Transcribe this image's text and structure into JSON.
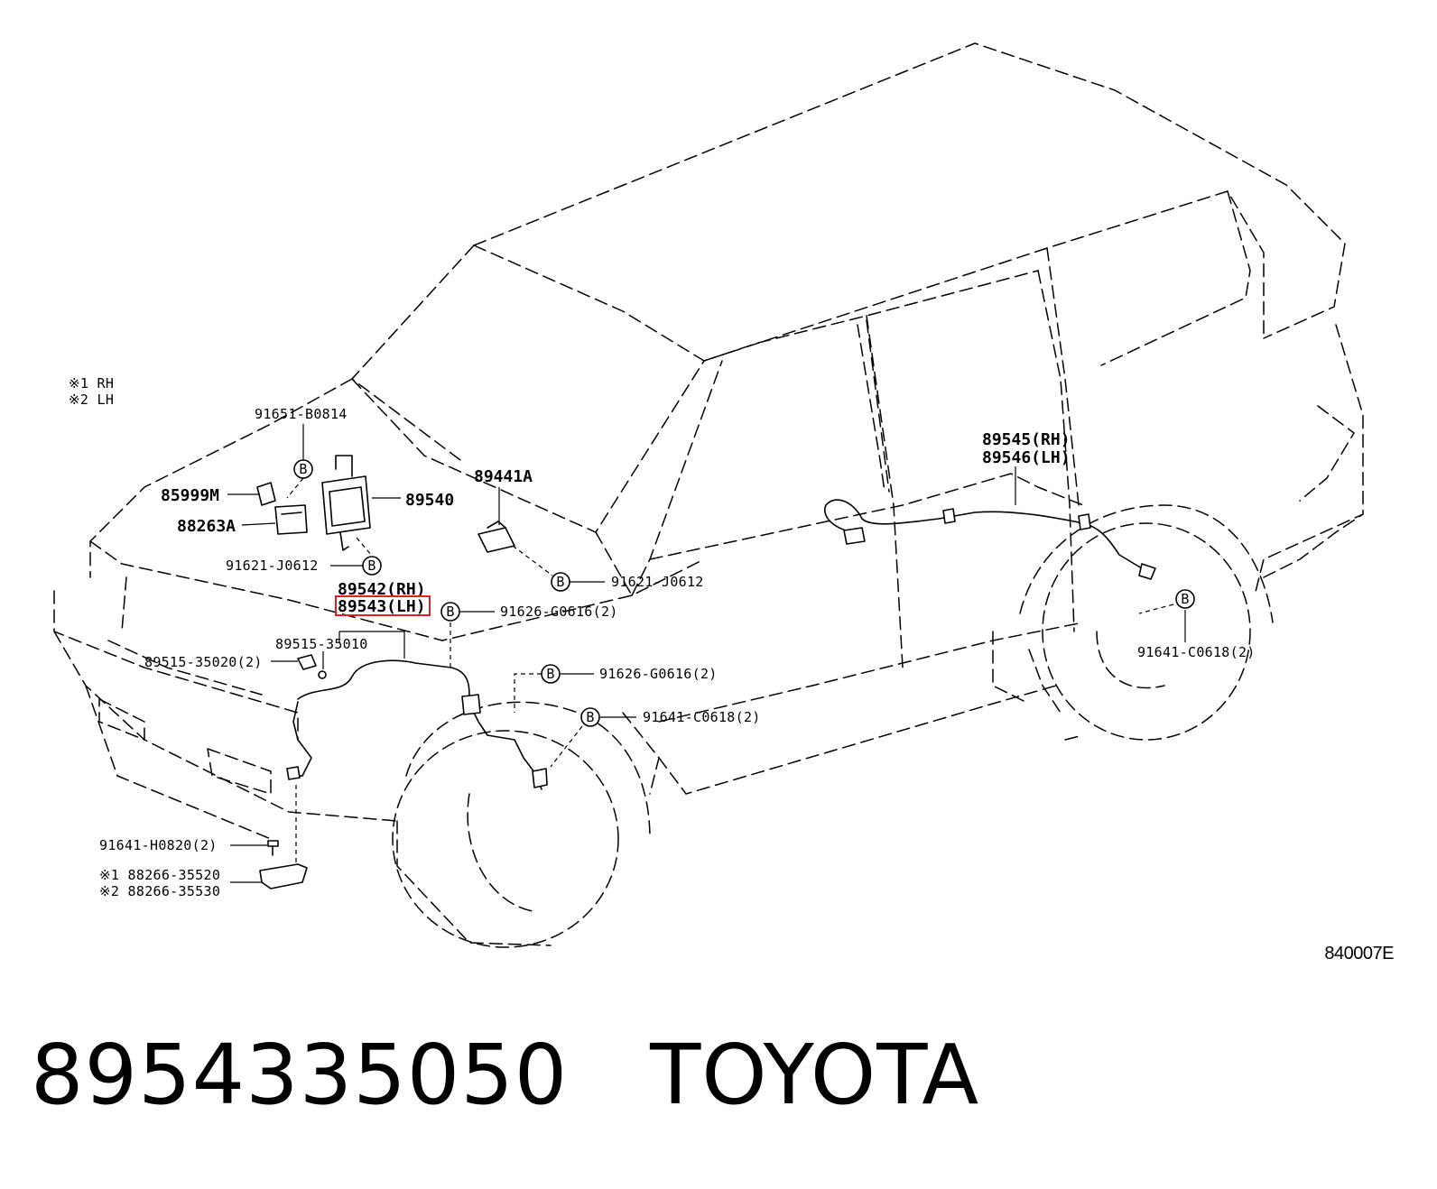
{
  "legend": {
    "line1": "※1 RH",
    "line2": "※2 LH"
  },
  "labels": {
    "p91651": "91651-B0814",
    "p85999": "85999M",
    "p88263": "88263A",
    "p89540": "89540",
    "p91621a": "91621-J0612",
    "p89441": "89441A",
    "p91621b": "91621-J0612",
    "p89542": "89542(RH)",
    "p89543": "89543(LH)",
    "p91626a": "91626-G0616(2)",
    "p89515b": "89515-35010",
    "p89515a": "89515-35020(2)",
    "p91626b": "91626-G0616(2)",
    "p91641b": "91641-C0618(2)",
    "p91641h": "91641-H0820(2)",
    "p88266a": "※1 88266-35520",
    "p88266b": "※2 88266-35530",
    "p89545": "89545(RH)",
    "p89546": "89546(LH)",
    "p91641c": "91641-C0618(2)",
    "bolt": "B"
  },
  "diagram_code": "840007E",
  "footer": {
    "part_number": "8954335050",
    "brand": "TOYOTA"
  }
}
